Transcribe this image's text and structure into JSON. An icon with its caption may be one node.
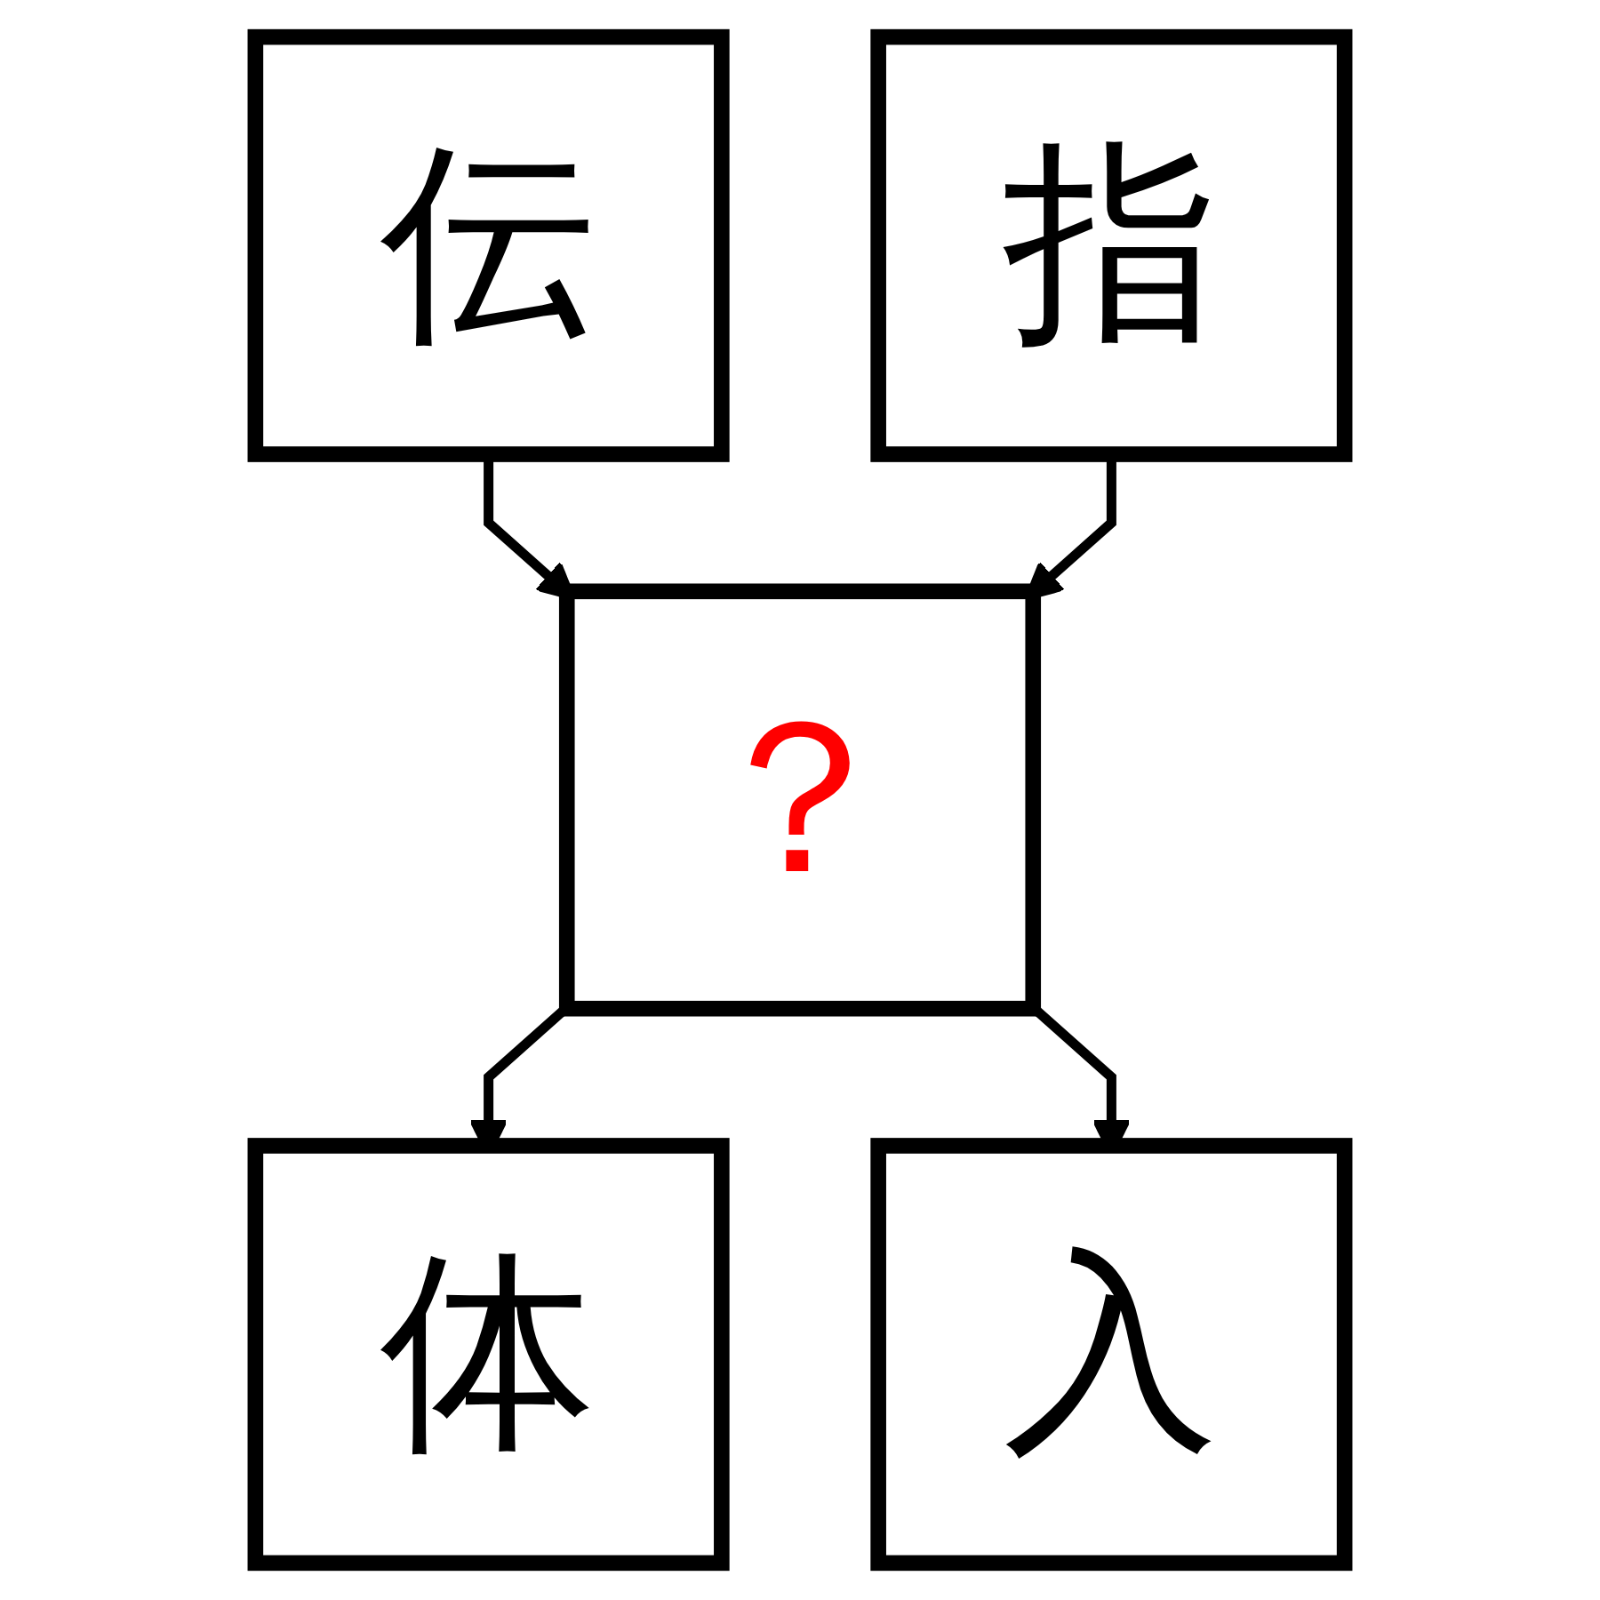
{
  "diagram": {
    "nodes": [
      {
        "text": [
          "伝"
        ]
      },
      {
        "text": [
          "指"
        ]
      },
      {
        "text": [
          "？"
        ]
      },
      {
        "text": [
          "体"
        ]
      },
      {
        "text": [
          "入"
        ]
      }
    ],
    "edges": [
      {
        "from": 0,
        "to": 2,
        "arrow": "to"
      },
      {
        "from": 1,
        "to": 2,
        "arrow": "to"
      },
      {
        "from": 2,
        "to": 3,
        "arrow": "to"
      },
      {
        "from": 2,
        "to": 4,
        "arrow": "to"
      }
    ]
  }
}
